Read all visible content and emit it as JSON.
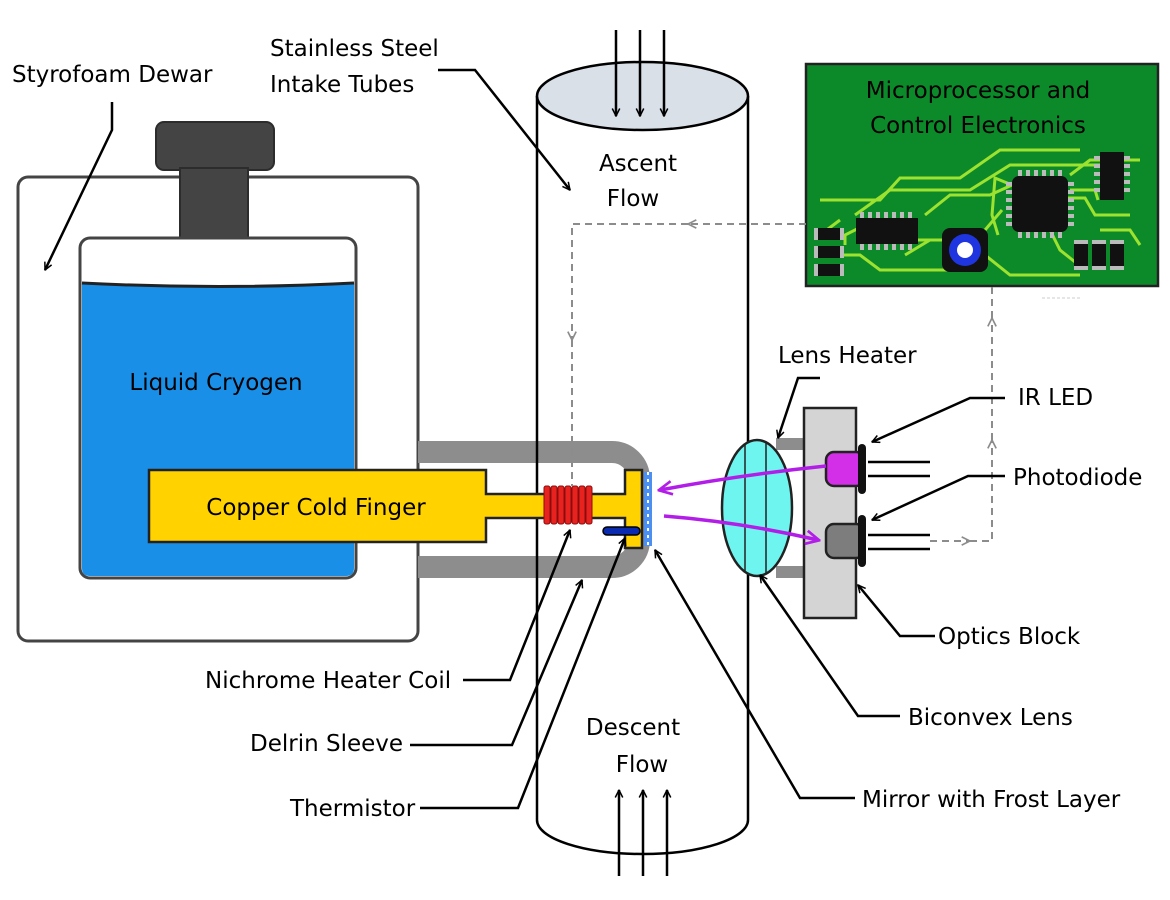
{
  "labels": {
    "styrofoam_dewar": "Styrofoam Dewar",
    "intake_tubes_line1": "Stainless Steel",
    "intake_tubes_line2": "Intake Tubes",
    "ascent_line1": "Ascent",
    "ascent_line2": "Flow",
    "descent_line1": "Descent",
    "descent_line2": "Flow",
    "liquid_cryogen": "Liquid Cryogen",
    "copper_cold_finger": "Copper Cold Finger",
    "pcb_line1": "Microprocessor and",
    "pcb_line2": "Control Electronics",
    "lens_heater": "Lens Heater",
    "ir_led": "IR LED",
    "photodiode": "Photodiode",
    "optics_block": "Optics Block",
    "biconvex_lens": "Biconvex Lens",
    "mirror_frost": "Mirror with Frost Layer",
    "nichrome_coil": "Nichrome Heater Coil",
    "delrin_sleeve": "Delrin Sleeve",
    "thermistor": "Thermistor"
  },
  "colors": {
    "cryogen": "#1a8fe8",
    "copper": "#ffd200",
    "pcb_board": "#0c8a2a",
    "pcb_traces": "#9ce22f",
    "heater_coil": "#e8231f",
    "ir_led": "#d32fe8",
    "lens": "#6ff5f0",
    "optics_block": "#d4d4d4",
    "dashed_signal": "#8c8c8c"
  }
}
